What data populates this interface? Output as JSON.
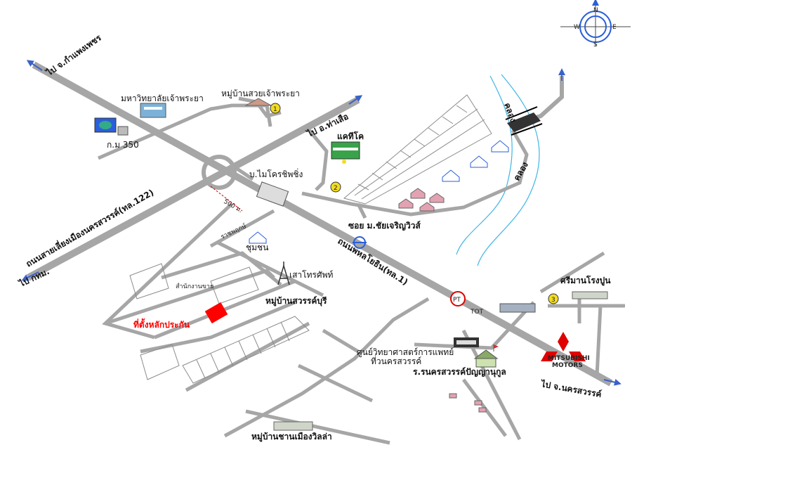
{
  "compass": {
    "n": "N",
    "s": "S",
    "e": "E",
    "w": "W"
  },
  "directions": {
    "to_kamphaengphet": "ไป จ.กำแพงเพชร",
    "to_bangkok": "ไป กทม.",
    "to_takhli": "ไป อ.ท่าเสือ",
    "to_nakhonsawan": "ไป จ.นครสวรรค์"
  },
  "roads": {
    "bypass": "ถนนสายเลี่ยงเมืองนครสวรรค์(ทล.122)",
    "phahonyothin": "ถนนพหลโยธิน(ทล.1)",
    "soi_chaicharoen": "ซอย ม.ชัยเจริญวิวส์",
    "km": "ก.ม 350",
    "distance": "500 ม."
  },
  "canals": {
    "canal_top": "คลอง",
    "canal_mid": "คลอง"
  },
  "landmarks": {
    "university": "มหาวิทยาลัยเจ้าพระยา",
    "village_top": "หมู่บ้านสวยเจ้าพระยา",
    "catico": "แคทีโค",
    "microchip": "บ.ไมโครชิพชิ่ง",
    "choochai": "ชุมชน",
    "rajpruek": "ราชพฤกษ์",
    "phone_tower": "เสาโทรศัพท์",
    "village_sawan": "หมู่บ้านสวรรค์บุรี",
    "office_sale": "สำนักงานขาย",
    "project_site": "ที่ตั้งหลักประกัน",
    "medical_center": "ศูนย์วิทยาศาสตร์การแพทย์",
    "medical_center_2": "ที่วนครสวรรค์",
    "school": "ร.รนครสวรรค์ปัญญานุกูล",
    "sriman": "ศรีมานโรงปูน",
    "village_bottom": "หมู่บ้านชานเมืองวิลล่า",
    "mitsubishi_1": "MITSUBISHI",
    "mitsubishi_2": "MOTORS",
    "pt_logo": "PT",
    "tot_logo": "TOT"
  },
  "markers": {
    "m1": "1",
    "m2": "2",
    "m3": "3"
  },
  "colors": {
    "road": "#a6a6a6",
    "canal": "#3fb6e6",
    "site": "#ff0000",
    "accent_blue": "#2a5fd9",
    "shop_green": "#39a34a",
    "house_pink": "#e3a2b2",
    "marker_yellow": "#f2dc22"
  }
}
